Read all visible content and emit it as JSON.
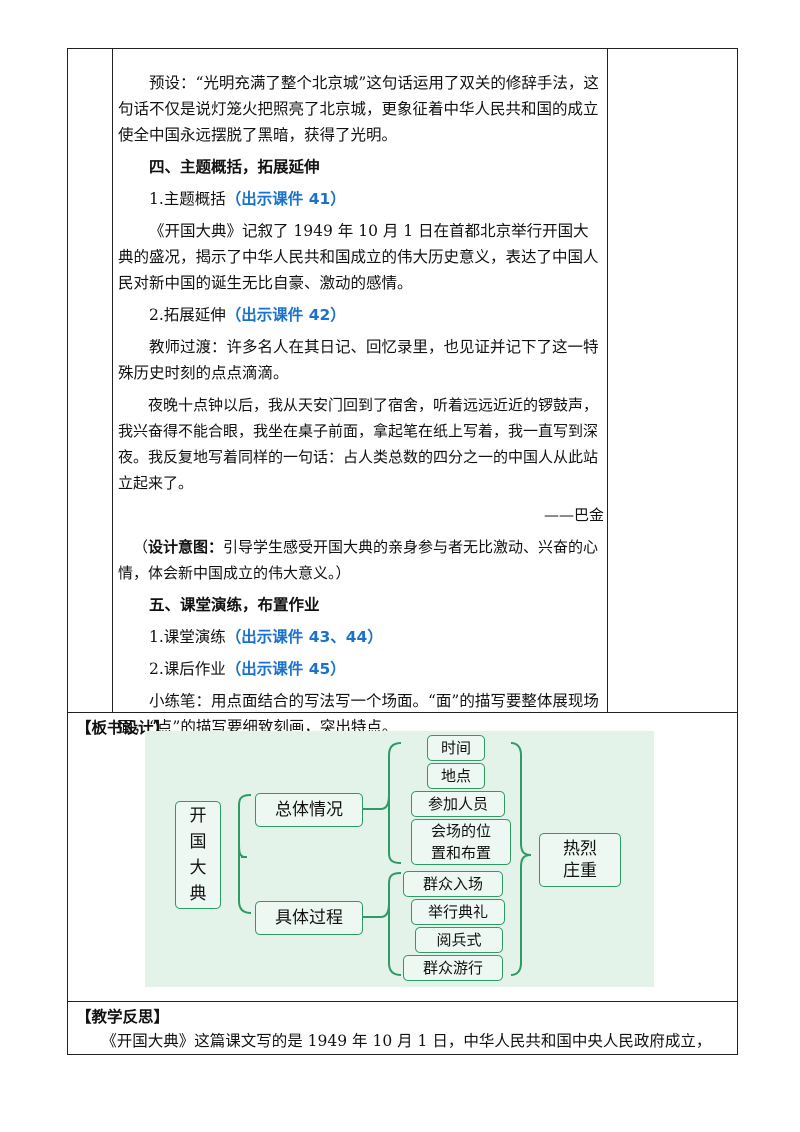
{
  "lesson": {
    "preset": "预设：“光明充满了整个北京城”这句话运用了双关的修辞手法，这句话不仅是说灯笼火把照亮了北京城，更象征着中华人民共和国的成立使全中国永远摆脱了黑暗，获得了光明。",
    "section4_title": "四、主题概括，拓展延伸",
    "item1_label": "1.主题概括",
    "item1_ref": "（出示课件 41）",
    "summary": "《开国大典》记叙了 1949 年 10 月 1 日在首都北京举行开国大典的盛况，揭示了中华人民共和国成立的伟大历史意义，表达了中国人民对新中国的诞生无比自豪、激动的感情。",
    "item2_label": "2.拓展延伸",
    "item2_ref": "（出示课件 42）",
    "transition": "教师过渡：许多名人在其日记、回忆录里，也见证并记下了这一特殊历史时刻的点点滴滴。",
    "quote": "夜晚十点钟以后，我从天安门回到了宿舍，听着远远近近的锣鼓声，我兴奋得不能合眼，我坐在桌子前面，拿起笔在纸上写着，我一直写到深夜。我反复地写着同样的一句话：占人类总数的四分之一的中国人从此站立起来了。",
    "quote_author": "——巴金",
    "design_label": "设计意图：",
    "design_text": "引导学生感受开国大典的亲身参与者无比激动、兴奋的心情，体会新中国成立的伟大意义。",
    "design_open": "（",
    "design_close": "）",
    "section5_title": "五、课堂演练，布置作业",
    "item3_label": "1.课堂演练",
    "item3_ref": "（出示课件 43、44）",
    "item4_label": "2.课后作业",
    "item4_ref": "（出示课件 45）",
    "practice": "小练笔：用点面结合的写法写一个场面。“面”的描写要整体展现场面，“点”的描写要细致刻画，突出特点。"
  },
  "board": {
    "label": "【板书设计】",
    "main": "开国大典",
    "overall": "总体情况",
    "process": "具体过程",
    "overall_items": [
      "时间",
      "地点",
      "参加人员",
      "会场的位置和布置"
    ],
    "process_items": [
      "群众入场",
      "举行典礼",
      "阅兵式",
      "群众游行"
    ],
    "result": "热烈庄重",
    "accent_color": "#2d9b63",
    "bg_color": "#e3f3ea"
  },
  "reflection": {
    "label": "【教学反思】",
    "text": "《开国大典》这篇课文写的是 1949 年 10 月 1 日，中华人民共和国中央人民政府成立，"
  },
  "colors": {
    "link_blue": "#1a73c9"
  }
}
